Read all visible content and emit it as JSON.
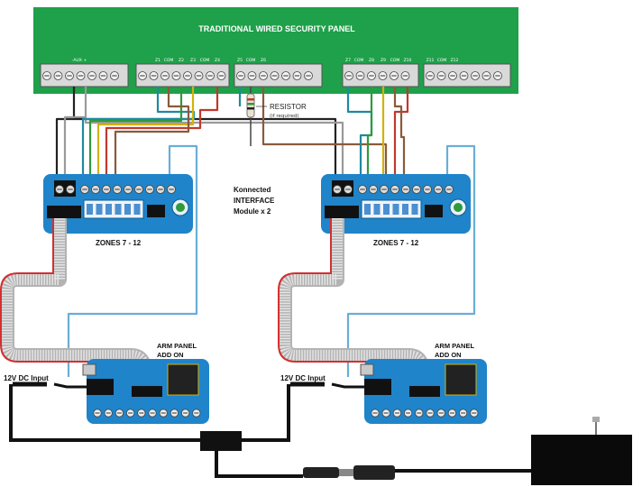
{
  "panel": {
    "title": "TRADITIONAL  WIRED SECURITY PANEL",
    "labels": {
      "aux": "-AUX +",
      "z1": "Z1",
      "com1": "COM",
      "z2": "Z2",
      "z3": "Z3",
      "com2": "COM",
      "z4": "Z4",
      "z5": "Z5",
      "com3": "COM",
      "z6": "Z6",
      "z7": "Z7",
      "com4": "COM",
      "z8": "Z8",
      "z9": "Z9",
      "com5": "COM",
      "z10": "Z10",
      "z11": "Z11",
      "com6": "COM",
      "z12": "Z12"
    },
    "colors": {
      "board": "#1fa04a",
      "terminal": "#d9d9d9"
    }
  },
  "resistor": {
    "label": "RESISTOR",
    "note": "(if required)"
  },
  "center_label": {
    "line1": "Konnected",
    "line2": "INTERFACE",
    "line3": "Module  x 2"
  },
  "left_module": {
    "zones_label": "ZONES 7 - 12",
    "arm_label_1": "ARM PANEL",
    "arm_label_2": "ADD  ON",
    "dc_label": "12V DC Input",
    "colors": {
      "board": "#1f84c9",
      "terminal": "#111111"
    }
  },
  "right_module": {
    "zones_label": "ZONES 7 - 12",
    "arm_label_1": "ARM PANEL",
    "arm_label_2": "ADD  ON",
    "dc_label": "12V DC Input"
  },
  "wire_colors": {
    "black": "#222222",
    "grey": "#9a9a9a",
    "teal": "#1e8a9e",
    "green": "#2f9a3c",
    "yellow": "#d2b20a",
    "red": "#c0392b",
    "brown": "#8a5a3a",
    "lightblue": "#6aaed6",
    "ribbon": "#cfcfcf",
    "ribbon_red": "#d32f2f"
  }
}
